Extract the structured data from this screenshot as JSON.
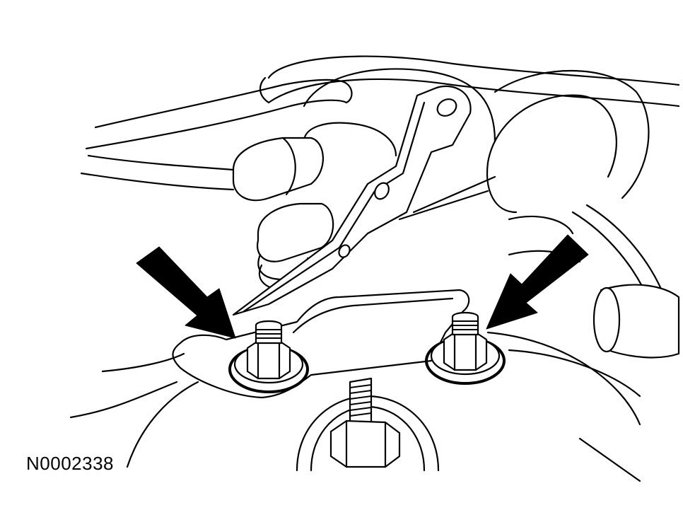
{
  "figure": {
    "code": "N0002338",
    "colors": {
      "line": "#000000",
      "background": "#ffffff"
    },
    "callouts": [
      {
        "name": "arrow-left-nut",
        "points_to": "left-mount-nut"
      },
      {
        "name": "arrow-right-nut",
        "points_to": "right-mount-nut"
      }
    ]
  }
}
